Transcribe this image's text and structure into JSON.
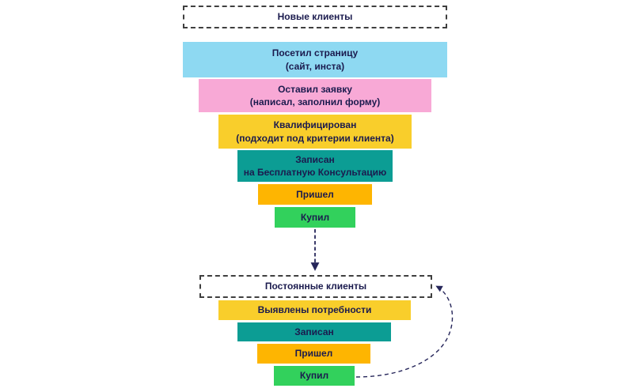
{
  "palette": {
    "text_navy": "#1b1b4e",
    "arrow_navy": "#26265a",
    "dash_border": "#3f3f3f",
    "blue": "#8ed9f2",
    "pink": "#f8a9d6",
    "yellow": "#f9ce2b",
    "teal": "#0c9d94",
    "orange": "#feb501",
    "green": "#32d15c"
  },
  "top_funnel": {
    "header": "Новые клиенты",
    "stages": [
      {
        "line1": "Посетил страницу",
        "line2": "(сайт, инста)",
        "color": "#8ed9f2"
      },
      {
        "line1": "Оставил заявку",
        "line2": "(написал, заполнил форму)",
        "color": "#f8a9d6"
      },
      {
        "line1": "Квалифицирован",
        "line2": "(подходит под критерии клиента)",
        "color": "#f9ce2b"
      },
      {
        "line1": "Записан",
        "line2": "на Бесплатную Консультацию",
        "color": "#0c9d94"
      },
      {
        "line1": "Пришел",
        "color": "#feb501"
      },
      {
        "line1": "Купил",
        "color": "#32d15c"
      }
    ]
  },
  "loop_funnel": {
    "header": "Постоянные клиенты",
    "stages": [
      {
        "line1": "Выявлены потребности",
        "color": "#f9ce2b"
      },
      {
        "line1": "Записан",
        "color": "#0c9d94"
      },
      {
        "line1": "Пришел",
        "color": "#feb501"
      },
      {
        "line1": "Купил",
        "color": "#32d15c"
      }
    ]
  }
}
